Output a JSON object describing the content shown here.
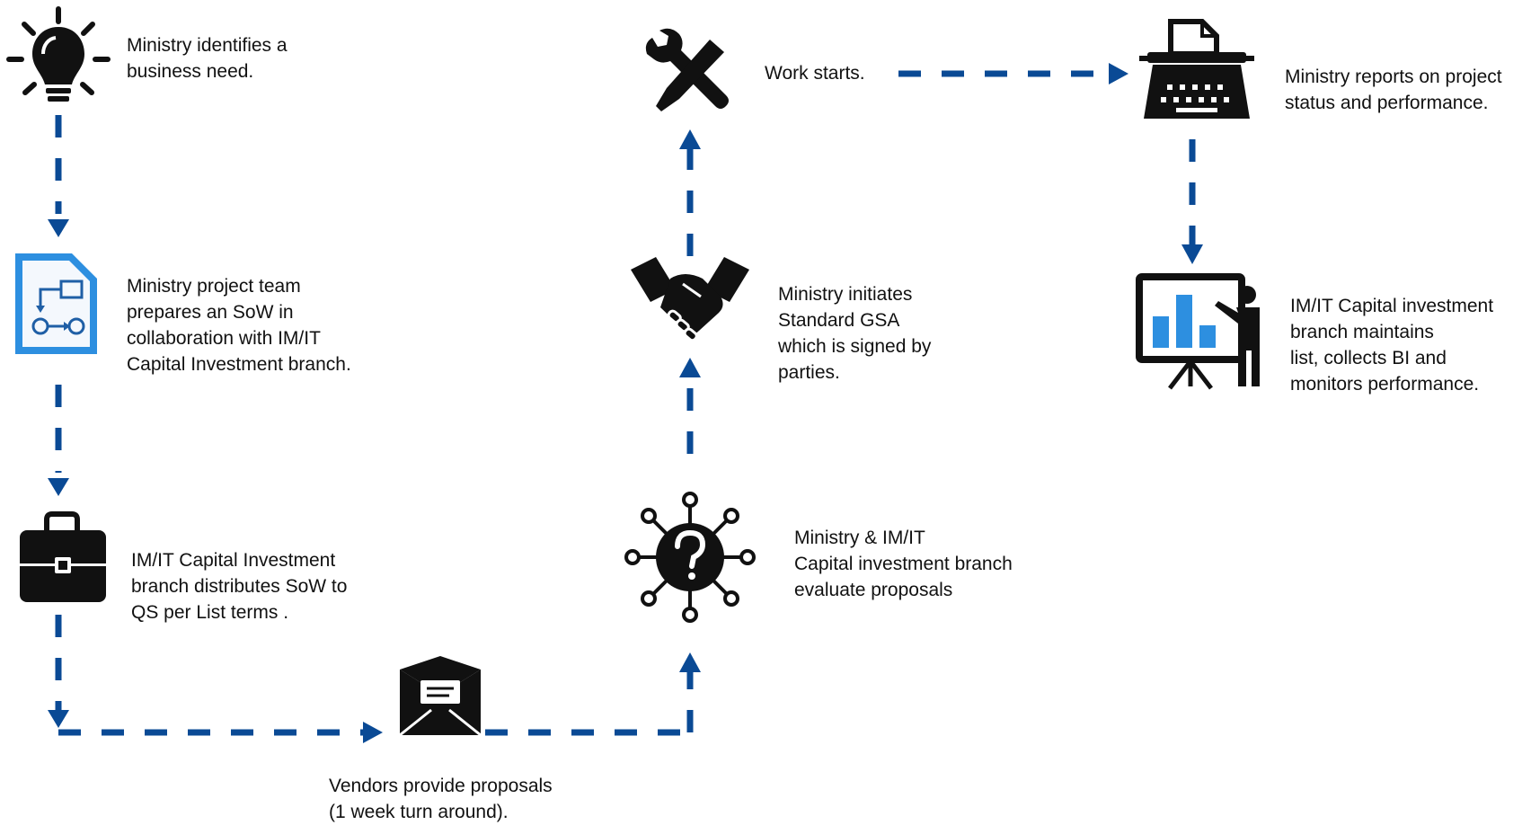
{
  "colors": {
    "arrow": "#0a4a95",
    "icon": "#111111",
    "accent_blue": "#2d8fe0"
  },
  "steps": [
    {
      "id": "identify-need",
      "icon": "lightbulb-icon",
      "lines": [
        "Ministry identifies a",
        "business need."
      ]
    },
    {
      "id": "prepare-sow",
      "icon": "workflow-document-icon",
      "lines": [
        "Ministry project team",
        "prepares an SoW in",
        "collaboration with IM/IT",
        "Capital Investment branch."
      ]
    },
    {
      "id": "distribute-sow",
      "icon": "briefcase-icon",
      "lines": [
        "IM/IT Capital Investment",
        "branch distributes SoW to",
        "QS per List terms ."
      ]
    },
    {
      "id": "vendors-propose",
      "icon": "envelope-icon",
      "lines": [
        "Vendors provide proposals",
        "(1 week turn around)."
      ]
    },
    {
      "id": "evaluate-proposals",
      "icon": "question-network-icon",
      "lines": [
        "Ministry & IM/IT",
        "Capital investment branch",
        "evaluate proposals"
      ]
    },
    {
      "id": "initiate-gsa",
      "icon": "handshake-icon",
      "lines": [
        "Ministry initiates",
        "Standard GSA",
        "which is signed by",
        "parties."
      ]
    },
    {
      "id": "work-starts",
      "icon": "tools-icon",
      "lines": [
        "Work starts."
      ]
    },
    {
      "id": "report-status",
      "icon": "typewriter-icon",
      "lines": [
        "Ministry reports on project",
        "status and performance."
      ]
    },
    {
      "id": "monitor-performance",
      "icon": "presentation-icon",
      "lines": [
        "IM/IT Capital investment",
        "branch maintains",
        "list, collects BI and",
        "monitors performance."
      ]
    }
  ]
}
